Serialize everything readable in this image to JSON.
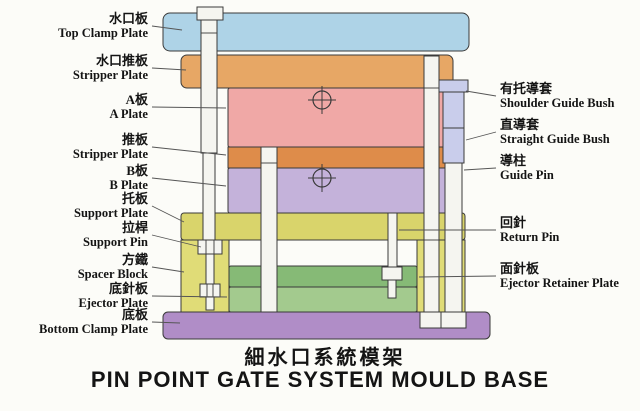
{
  "titles": {
    "chinese": "細水口系統模架",
    "english": "PIN POINT GATE SYSTEM MOULD BASE"
  },
  "left_labels": [
    {
      "zh": "水口板",
      "en": "Top Clamp Plate"
    },
    {
      "zh": "水口推板",
      "en": "Stripper Plate"
    },
    {
      "zh": "A板",
      "en": "A Plate"
    },
    {
      "zh": "推板",
      "en": "Stripper Plate"
    },
    {
      "zh": "B板",
      "en": "B Plate"
    },
    {
      "zh": "托板",
      "en": "Support Plate"
    },
    {
      "zh": "拉桿",
      "en": "Support Pin"
    },
    {
      "zh": "方鐵",
      "en": "Spacer Block"
    },
    {
      "zh": "底針板",
      "en": "Ejector Plate"
    },
    {
      "zh": "底板",
      "en": "Bottom Clamp Plate"
    }
  ],
  "right_labels": [
    {
      "zh": "有托導套",
      "en": "Shoulder Guide Bush"
    },
    {
      "zh": "直導套",
      "en": "Straight Guide Bush"
    },
    {
      "zh": "導柱",
      "en": "Guide Pin"
    },
    {
      "zh": "回針",
      "en": "Return Pin"
    },
    {
      "zh": "面針板",
      "en": "Ejector Retainer Plate"
    }
  ],
  "colors": {
    "top_clamp_plate": "#aed3e7",
    "runner_stripper_plate": "#e7a765",
    "a_plate": "#f0a8a6",
    "stripper_plate": "#de8c4a",
    "b_plate": "#c4b2da",
    "support_plate": "#d9d46b",
    "spacer_block": "#e0dc77",
    "ejector_retainer_plate": "#86ba76",
    "ejector_plate": "#a3ca8e",
    "bottom_clamp_plate": "#b08dc7",
    "guide_bush": "#c9cdeb",
    "pin": "#f5f5f0"
  }
}
